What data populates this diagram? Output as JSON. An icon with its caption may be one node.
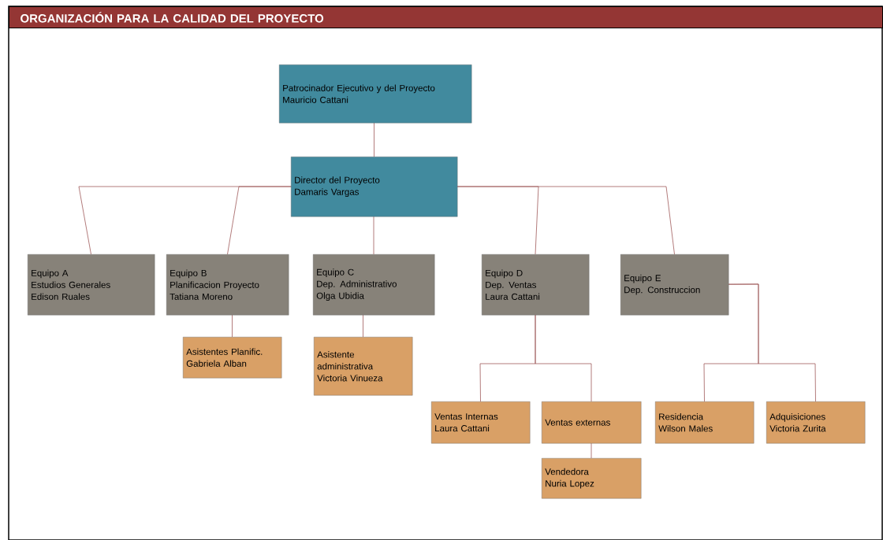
{
  "diagram": {
    "title": "ORGANIZACIÓN PARA LA CALIDAD DEL PROYECTO",
    "nodes": [
      {
        "text": [
          "Patrocinador Ejecutivo y del Proyecto",
          "Mauricio Cattani"
        ]
      },
      {
        "text": [
          "Director del Proyecto",
          "Damaris Vargas"
        ]
      },
      {
        "text": [
          "Equipo A",
          "Estudios Generales",
          "Edison Ruales"
        ]
      },
      {
        "text": [
          "Equipo B",
          "Planificacion Proyecto",
          "Tatiana Moreno"
        ]
      },
      {
        "text": [
          "Equipo C",
          "Dep. Administrativo",
          "Olga Ubidia"
        ]
      },
      {
        "text": [
          "Equipo D",
          "Dep. Ventas",
          "Laura Cattani"
        ]
      },
      {
        "text": [
          "Equipo E",
          "Dep. Construccion"
        ]
      },
      {
        "text": [
          "Asistentes Planific.",
          "Gabriela Alban"
        ]
      },
      {
        "text": [
          "Asistente administrativa",
          "Victoria Vinueza"
        ]
      },
      {
        "text": [
          "Ventas Internas",
          "Laura Cattani"
        ]
      },
      {
        "text": [
          "Ventas externas"
        ]
      },
      {
        "text": [
          "Vendedora",
          "Nuria Lopez"
        ]
      },
      {
        "text": [
          "Residencia",
          "Wilson Males"
        ]
      },
      {
        "text": [
          "Adquisiciones",
          "Victoria Zurita"
        ]
      }
    ],
    "edges": [
      {
        "from": 0,
        "to": 1,
        "arrow": "none"
      },
      {
        "from": 1,
        "to": 2,
        "arrow": "none"
      },
      {
        "from": 1,
        "to": 3,
        "arrow": "none"
      },
      {
        "from": 1,
        "to": 4,
        "arrow": "none"
      },
      {
        "from": 1,
        "to": 5,
        "arrow": "none"
      },
      {
        "from": 1,
        "to": 6,
        "arrow": "none"
      },
      {
        "from": 3,
        "to": 7,
        "arrow": "none"
      },
      {
        "from": 4,
        "to": 8,
        "arrow": "none"
      },
      {
        "from": 5,
        "to": 9,
        "arrow": "none"
      },
      {
        "from": 5,
        "to": 10,
        "arrow": "none"
      },
      {
        "from": 10,
        "to": 11,
        "arrow": "none"
      },
      {
        "from": 6,
        "to": 12,
        "arrow": "none"
      },
      {
        "from": 6,
        "to": 13,
        "arrow": "none"
      }
    ]
  }
}
